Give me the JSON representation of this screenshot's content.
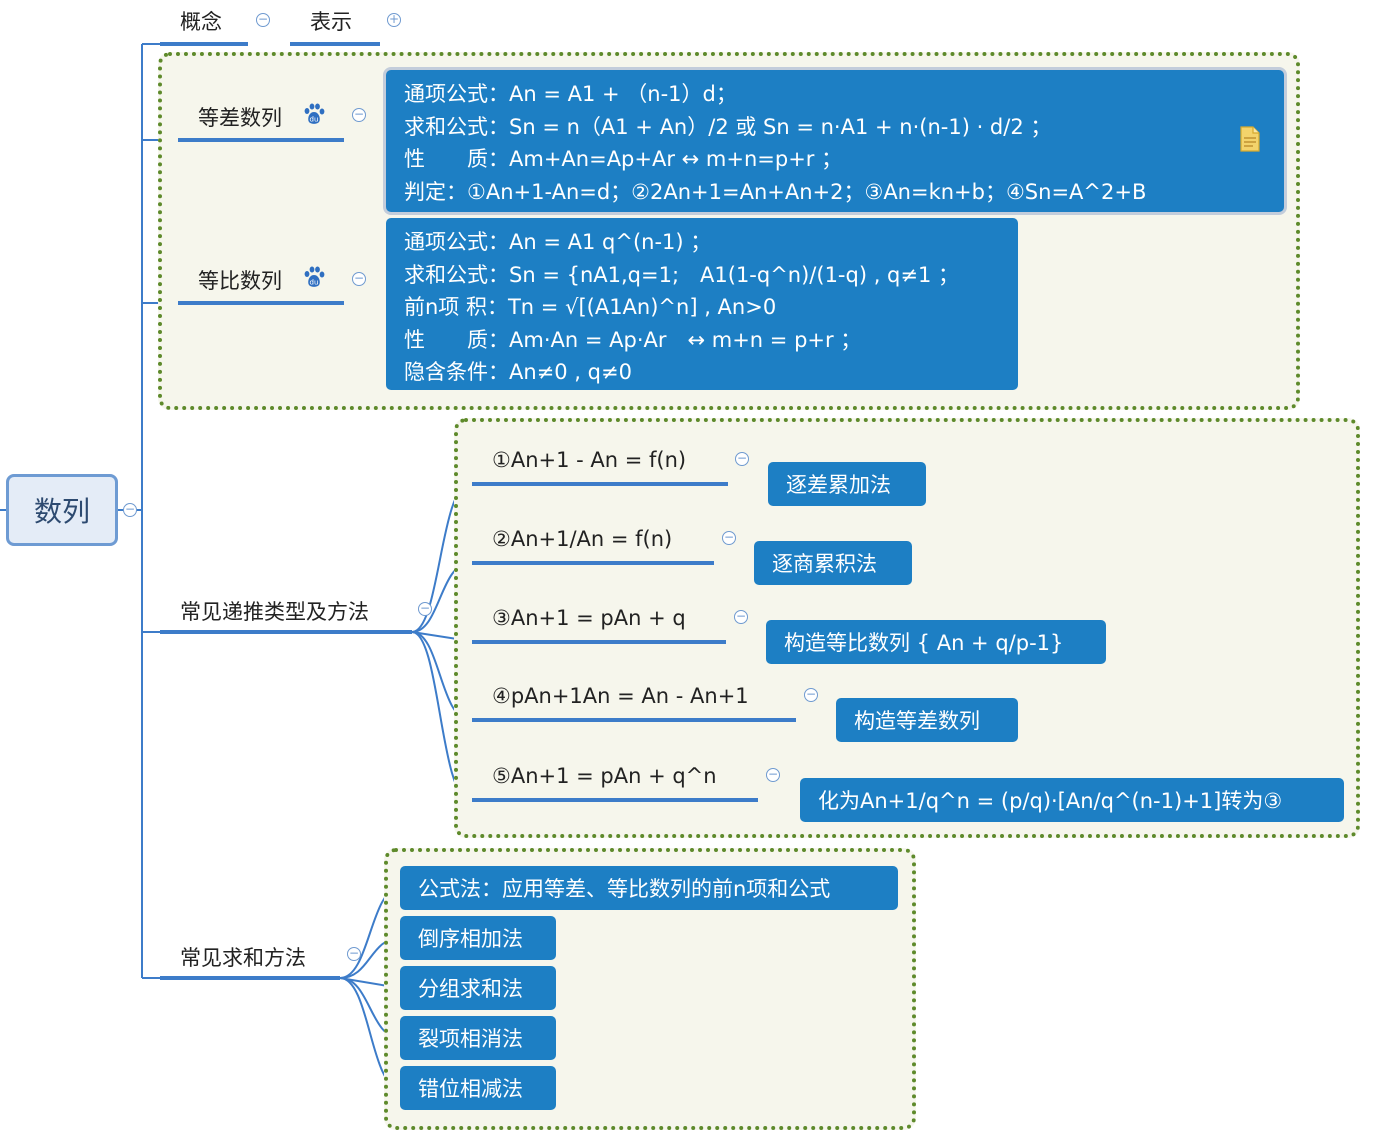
{
  "root": {
    "label": "数列"
  },
  "colors": {
    "branch": "#3d7cc9",
    "box": "#1d7fc4",
    "group_border": "#5e8a2b",
    "group_bg": "#f6f6ec"
  },
  "top_tabs": [
    {
      "label": "概念",
      "toggle": "−"
    },
    {
      "label": "表示",
      "toggle": "+"
    }
  ],
  "arith": {
    "title": "等差数列",
    "icon": "paw-icon",
    "lines": [
      "通项公式：An = A1 + （n-1）d；",
      "求和公式：Sn = n（A1 + An）/2 或 Sn = n·A1 + n·(n-1) · d/2 ；",
      "性　　质：Am+An=Ap+Ar ↔ m+n=p+r ；",
      "判定：①An+1-An=d；②2An+1=An+An+2；③An=kn+b；④Sn=A^2+B"
    ]
  },
  "geo": {
    "title": "等比数列",
    "icon": "paw-icon",
    "lines": [
      "通项公式：An = A1 q^(n-1) ；",
      "求和公式：Sn = {nA1,q=1;　A1(1-q^n)/(1-q) , q≠1 ；",
      "前n项 积：Tn = √[(A1An)^n] , An>0",
      "性　　质：Am·An = Ap·Ar　↔ m+n = p+r ；",
      "隐含条件：An≠0 , q≠0"
    ]
  },
  "recur": {
    "title": "常见递推类型及方法",
    "items": [
      {
        "formula": "①An+1 - An = f(n)",
        "method": "逐差累加法"
      },
      {
        "formula": "②An+1/An = f(n)",
        "method": "逐商累积法"
      },
      {
        "formula": "③An+1 = pAn + q",
        "method": "构造等比数列 { An + q/p-1}"
      },
      {
        "formula": "④pAn+1An = An - An+1",
        "method": "构造等差数列"
      },
      {
        "formula": "⑤An+1 = pAn + q^n",
        "method": "化为An+1/q^n = (p/q)·[An/q^(n-1)+1]转为③"
      }
    ]
  },
  "sum": {
    "title": "常见求和方法",
    "items": [
      "公式法：应用等差、等比数列的前n项和公式",
      "倒序相加法",
      "分组求和法",
      "裂项相消法",
      "错位相减法"
    ]
  }
}
